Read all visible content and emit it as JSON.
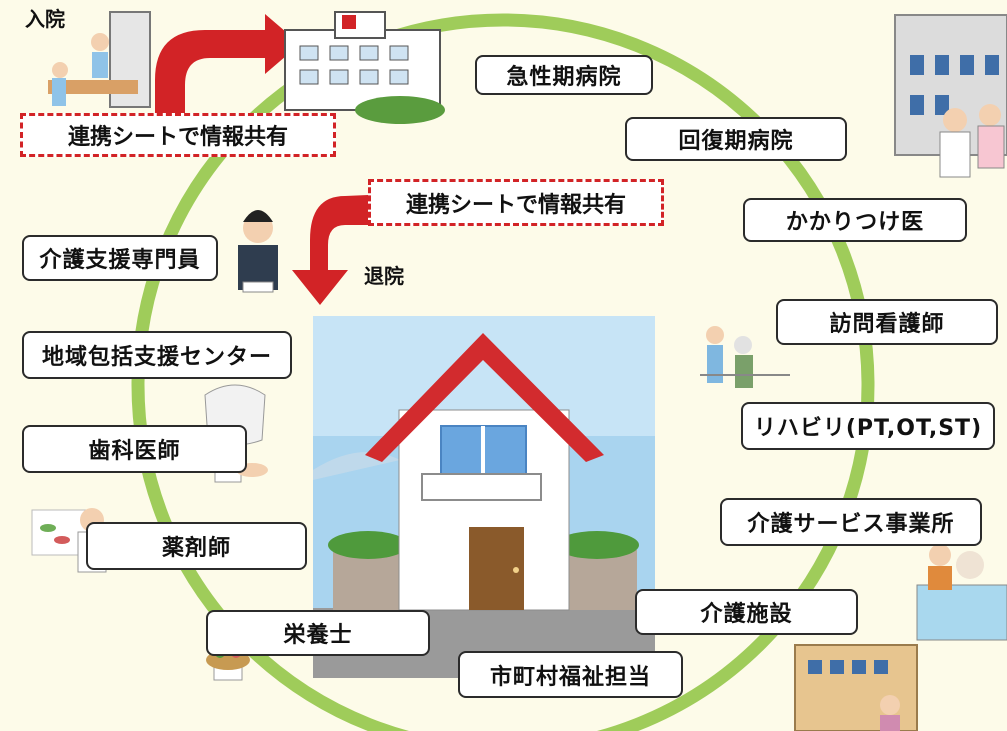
{
  "colors": {
    "background": "#fdfbe9",
    "ring": "#9fcc5a",
    "arrow": "#d22326",
    "label_border": "#2b2b2b",
    "house_panel": "#a9d4ef",
    "roof": "#d22b2e",
    "wall": "#ffffff",
    "door": "#8a5a2b",
    "bush": "#4f9a3c"
  },
  "flow": {
    "admission": "入院",
    "discharge": "退院",
    "share_sheet_top": "連携シートで情報共有",
    "share_sheet_middle": "連携シートで情報共有"
  },
  "labels": {
    "acute_hospital": "急性期病院",
    "recovery_hospital": "回復期病院",
    "family_doctor": "かかりつけ医",
    "visiting_nurse": "訪問看護師",
    "rehab": "リハビリ(PT,OT,ST)",
    "care_service_office": "介護サービス事業所",
    "care_facility": "介護施設",
    "municipal_welfare": "市町村福祉担当",
    "nutritionist": "栄養士",
    "pharmacist": "薬剤師",
    "dentist": "歯科医師",
    "community_center": "地域包括支援センター",
    "care_manager": "介護支援専門員"
  },
  "icons": {
    "hospital": "hospital-building-icon",
    "ambulance": "ambulance-stretcher-icon",
    "clinic": "clinic-building-icon",
    "care_home": "care-home-building-icon",
    "house": "home-icon"
  }
}
